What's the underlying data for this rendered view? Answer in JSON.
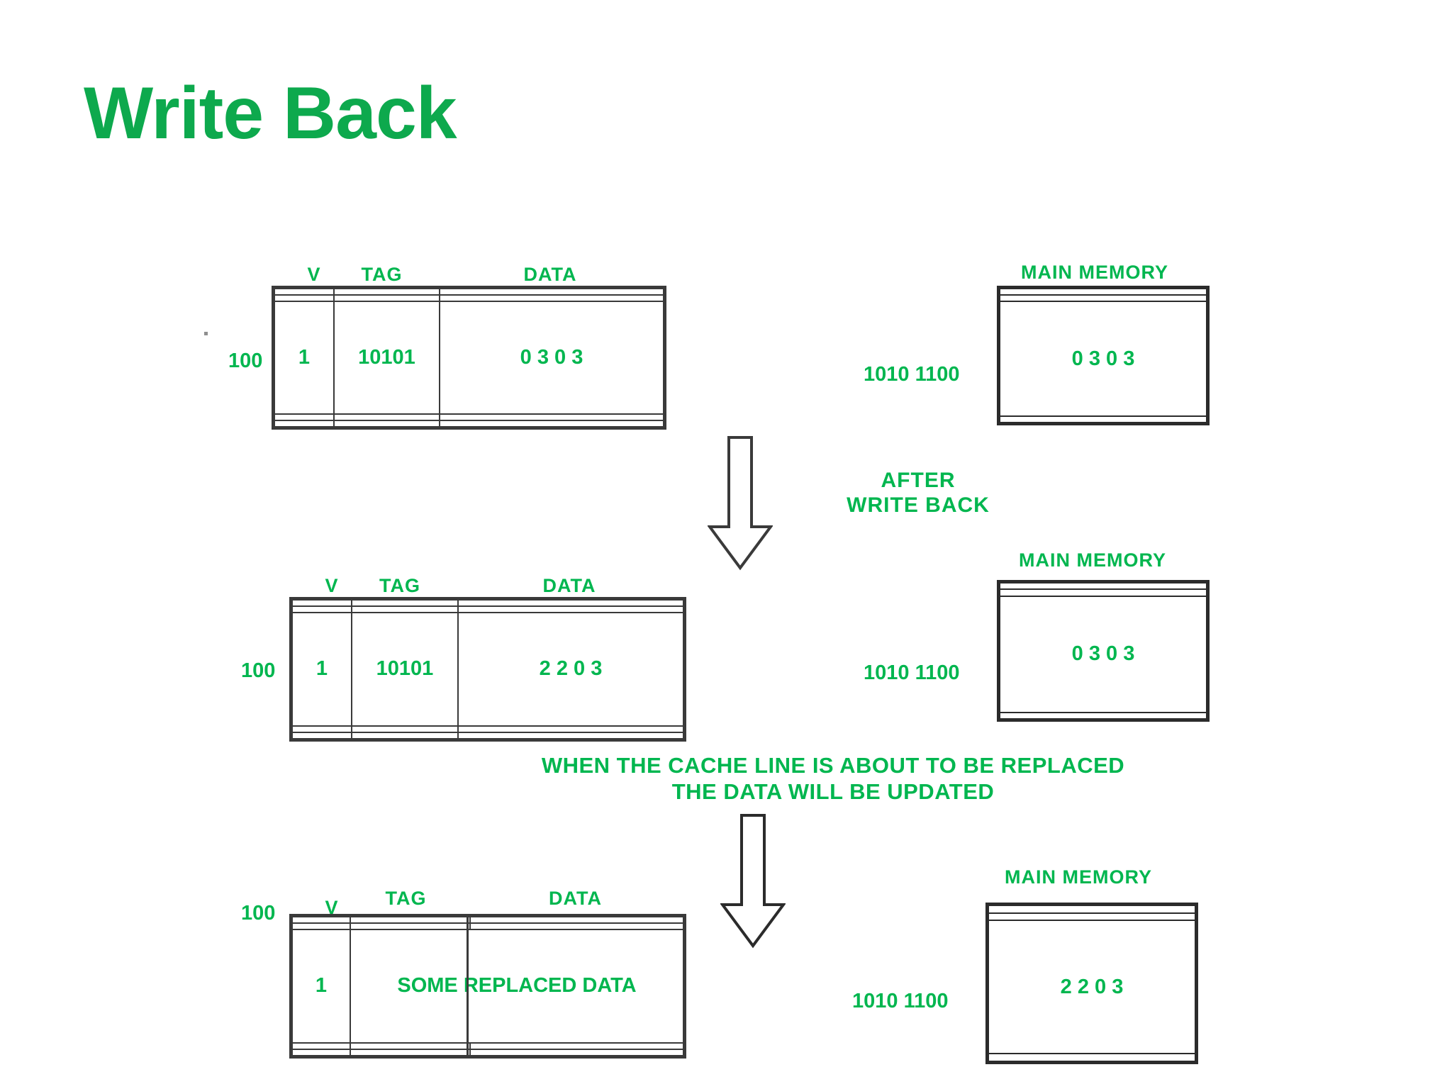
{
  "slide": {
    "title": "Write Back",
    "accent_color": "#0DA94D",
    "text_color": "#00B64F",
    "line_color": "#3a3a3a",
    "background": "#ffffff"
  },
  "cache_headers": {
    "v": "V",
    "tag": "TAG",
    "data": "DATA"
  },
  "memory_header": "MAIN MEMORY",
  "stages": [
    {
      "id": "stage-1",
      "cache": {
        "index_label": "100",
        "rows": [
          {
            "v": "",
            "tag": "",
            "data": ""
          },
          {
            "v": "",
            "tag": "",
            "data": ""
          },
          {
            "v": "1",
            "tag": "10101",
            "data": "0 3 0 3"
          },
          {
            "v": "",
            "tag": "",
            "data": ""
          },
          {
            "v": "",
            "tag": "",
            "data": ""
          }
        ]
      },
      "memory": {
        "title": "MAIN MEMORY",
        "address_label": "1010 1100",
        "rows": [
          "",
          "",
          "0 3 0 3",
          ""
        ]
      }
    },
    {
      "id": "stage-2",
      "cache": {
        "index_label": "100",
        "rows": [
          {
            "v": "",
            "tag": "",
            "data": ""
          },
          {
            "v": "",
            "tag": "",
            "data": ""
          },
          {
            "v": "1",
            "tag": "10101",
            "data": "2 2 0 3"
          },
          {
            "v": "",
            "tag": "",
            "data": ""
          },
          {
            "v": "",
            "tag": "",
            "data": ""
          }
        ]
      },
      "memory": {
        "title": "MAIN MEMORY",
        "address_label": "1010 1100",
        "rows": [
          "",
          "",
          "0 3 0 3",
          ""
        ]
      }
    },
    {
      "id": "stage-3",
      "cache": {
        "index_label": "100",
        "rows": [
          {
            "v": "",
            "tag": "",
            "data": ""
          },
          {
            "v": "",
            "tag": "",
            "data": ""
          },
          {
            "v": "1",
            "tag_data_merged": "SOME REPLACED DATA"
          },
          {
            "v": "",
            "tag": "",
            "data": ""
          },
          {
            "v": "",
            "tag": "",
            "data": ""
          }
        ]
      },
      "memory": {
        "title": "MAIN MEMORY",
        "address_label": "1010 1100",
        "rows": [
          "",
          "",
          "2 2 0 3",
          ""
        ]
      }
    }
  ],
  "captions": {
    "after_write_back": "AFTER\nWRITE BACK",
    "replace_note": "WHEN THE CACHE LINE IS ABOUT TO BE REPLACED\nTHE DATA WILL BE UPDATED"
  },
  "arrows": {
    "arrow_1_name": "down-arrow-icon",
    "arrow_2_name": "down-arrow-icon"
  }
}
